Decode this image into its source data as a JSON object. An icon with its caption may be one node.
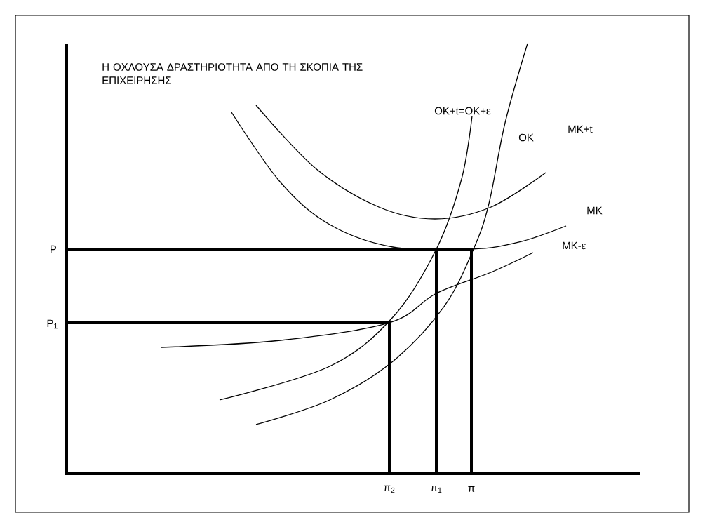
{
  "diagram": {
    "title": "Η ΟΧΛΟΥΣΑ ΔΡΑΣΤΗΡΙΟΤΗΤΑ ΑΠΟ ΤΗ ΣΚΟΠΙΑ ΤΗΣ ΕΠΙΧΕΙΡΗΣΗΣ",
    "labels": [
      "OK+t=OK+ε",
      "OK",
      "MK+t",
      "MK",
      "MK-ε",
      "P",
      "P$_{1}$",
      "π$_{2}$",
      "π$_{1}$",
      "π"
    ]
  }
}
